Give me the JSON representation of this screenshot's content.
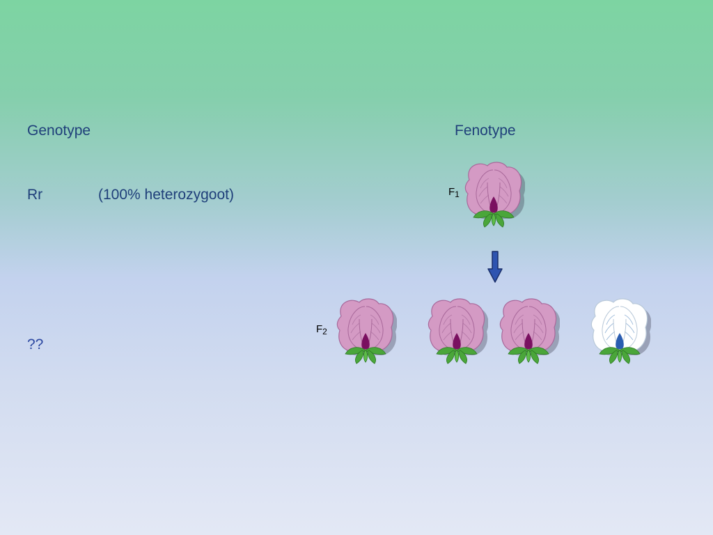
{
  "headings": {
    "genotype": "Genotype",
    "fenotype": "Fenotype"
  },
  "f1": {
    "genotype": "Rr",
    "description": "(100% heterozygoot)",
    "label": "F",
    "label_sub": "1"
  },
  "f2": {
    "genotype": "??",
    "label": "F",
    "label_sub": "2"
  },
  "colors": {
    "text": "#1f3f7a",
    "purple_petal": "#d49ac4",
    "white_petal": "#ffffff",
    "purple_keel": "#7a1060",
    "blue_keel": "#2a5db0",
    "leaf": "#4aa63a",
    "arrow": "#2e54b0"
  },
  "flowers": [
    {
      "generation": "F1",
      "phenotype": "purple"
    },
    {
      "generation": "F2",
      "phenotype": "purple"
    },
    {
      "generation": "F2",
      "phenotype": "purple"
    },
    {
      "generation": "F2",
      "phenotype": "purple"
    },
    {
      "generation": "F2",
      "phenotype": "white"
    }
  ]
}
